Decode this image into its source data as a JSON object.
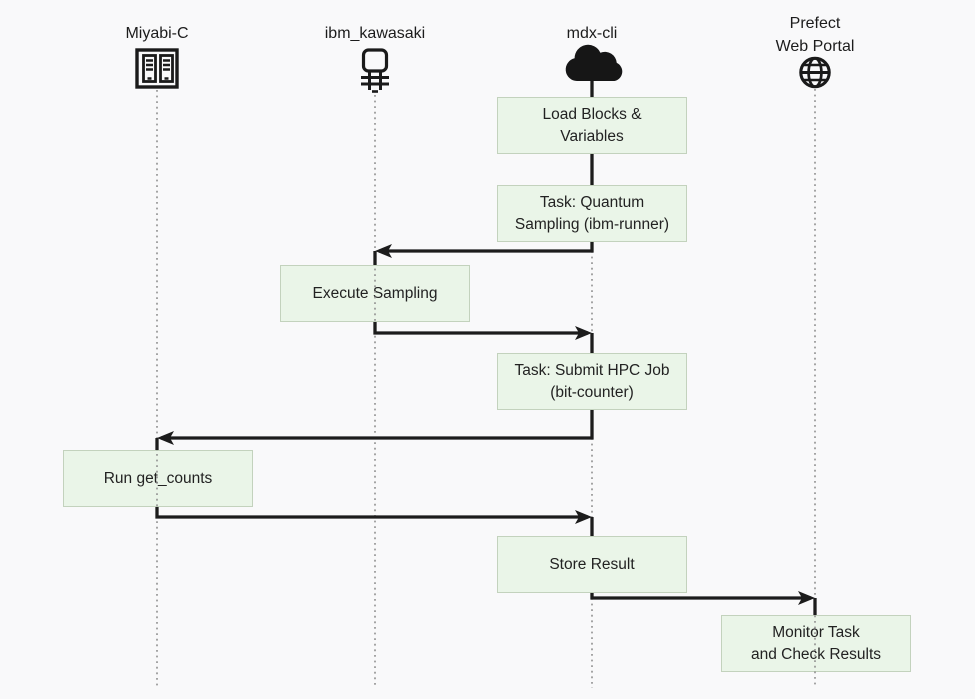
{
  "diagram": {
    "type": "sequence-flow",
    "colors": {
      "background": "#f9f9fa",
      "box_fill": "#eaf5e8",
      "box_border": "#c3d2bd",
      "line": "#1c1c1c",
      "lifeline": "#8f8f8f",
      "text": "#222222"
    },
    "actors": [
      {
        "id": "miyabi",
        "label": "Miyabi-C",
        "icon": "server-rack-icon"
      },
      {
        "id": "ibm",
        "label": "ibm_kawasaki",
        "icon": "quantum-device-icon"
      },
      {
        "id": "mdx",
        "label": "mdx-cli",
        "icon": "cloud-icon"
      },
      {
        "id": "prefect",
        "lines": [
          "Prefect",
          "Web Portal"
        ],
        "icon": "globe-icon"
      }
    ],
    "steps": [
      {
        "actor": "mdx-cli",
        "lines": [
          "Load Blocks &",
          "Variables"
        ]
      },
      {
        "actor": "mdx-cli",
        "lines": [
          "Task: Quantum",
          "Sampling (ibm-runner)"
        ]
      },
      {
        "actor": "ibm_kawasaki",
        "lines": [
          "Execute Sampling"
        ]
      },
      {
        "actor": "mdx-cli",
        "lines": [
          "Task: Submit HPC Job",
          "(bit-counter)"
        ]
      },
      {
        "actor": "Miyabi-C",
        "lines": [
          "Run get_counts"
        ]
      },
      {
        "actor": "mdx-cli",
        "lines": [
          "Store Result"
        ]
      },
      {
        "actor": "Prefect Web Portal",
        "lines": [
          "Monitor Task",
          "and Check Results"
        ]
      }
    ],
    "arrows": [
      {
        "from": "mdx-cli",
        "to": "ibm_kawasaki"
      },
      {
        "from": "ibm_kawasaki",
        "to": "mdx-cli"
      },
      {
        "from": "mdx-cli",
        "to": "Miyabi-C"
      },
      {
        "from": "Miyabi-C",
        "to": "mdx-cli"
      },
      {
        "from": "mdx-cli",
        "to": "Prefect Web Portal"
      }
    ]
  }
}
